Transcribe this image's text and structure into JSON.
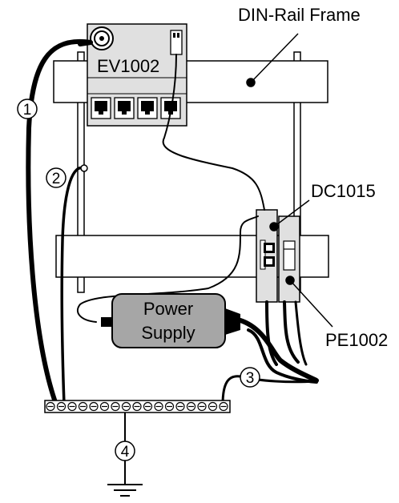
{
  "labels": {
    "frame": "DIN-Rail Frame",
    "device": "EV1002",
    "dc": "DC1015",
    "pe": "PE1002",
    "psu_line1": "Power",
    "psu_line2": "Supply"
  },
  "markers": [
    "1",
    "2",
    "3",
    "4"
  ],
  "colors": {
    "line": "#000000",
    "rail": "#ffffff",
    "device": "#e0e0e0",
    "psu": "#a6a6a6"
  },
  "icons": {
    "coax": "bnc-connector-icon",
    "jack": "rj45-port-icon",
    "ground": "ground-symbol-icon",
    "terminal": "screw-terminal-icon"
  }
}
